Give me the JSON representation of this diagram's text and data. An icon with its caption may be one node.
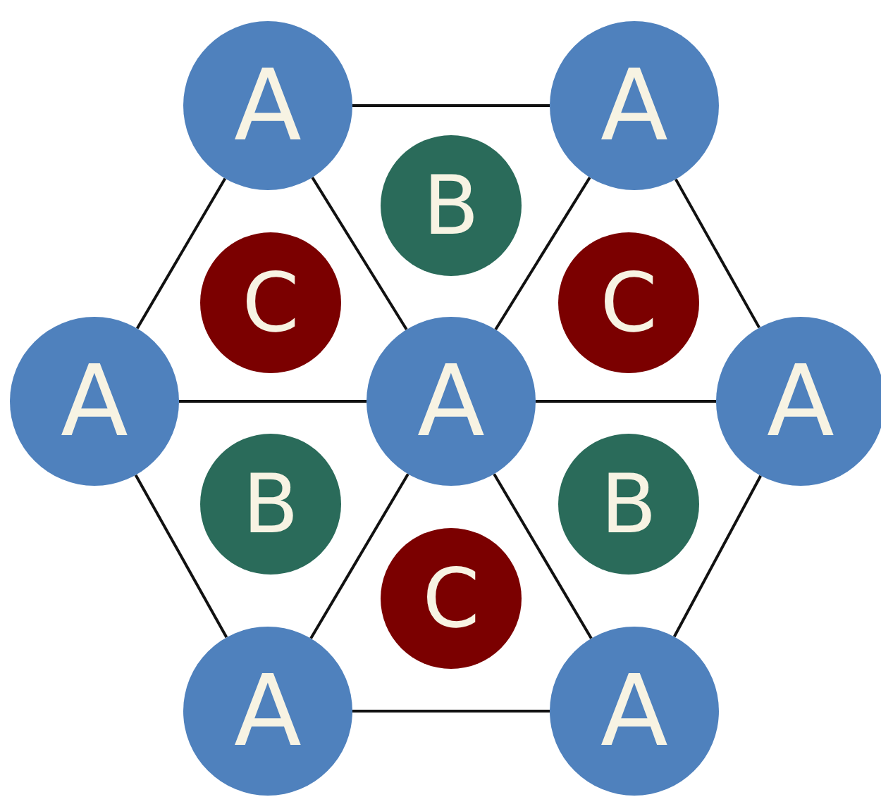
{
  "diagram": {
    "nodes": [
      {
        "text": [
          "A"
        ]
      },
      {
        "text": [
          "A"
        ]
      },
      {
        "text": [
          "B"
        ]
      },
      {
        "text": [
          "C"
        ]
      },
      {
        "text": [
          "C"
        ]
      },
      {
        "text": [
          "A"
        ]
      },
      {
        "text": [
          "A"
        ]
      },
      {
        "text": [
          "A"
        ]
      },
      {
        "text": [
          "B"
        ]
      },
      {
        "text": [
          "B"
        ]
      },
      {
        "text": [
          "C"
        ]
      },
      {
        "text": [
          "A"
        ]
      },
      {
        "text": [
          "A"
        ]
      }
    ],
    "edges": [
      {
        "from": 0,
        "to": 1,
        "arrow": "none"
      },
      {
        "from": 1,
        "to": 7,
        "arrow": "none"
      },
      {
        "from": 7,
        "to": 12,
        "arrow": "none"
      },
      {
        "from": 12,
        "to": 11,
        "arrow": "none"
      },
      {
        "from": 11,
        "to": 5,
        "arrow": "none"
      },
      {
        "from": 5,
        "to": 0,
        "arrow": "none"
      },
      {
        "from": 6,
        "to": 0,
        "arrow": "none"
      },
      {
        "from": 6,
        "to": 1,
        "arrow": "none"
      },
      {
        "from": 6,
        "to": 5,
        "arrow": "none"
      },
      {
        "from": 6,
        "to": 7,
        "arrow": "none"
      },
      {
        "from": 6,
        "to": 11,
        "arrow": "none"
      },
      {
        "from": 6,
        "to": 12,
        "arrow": "none"
      }
    ]
  }
}
